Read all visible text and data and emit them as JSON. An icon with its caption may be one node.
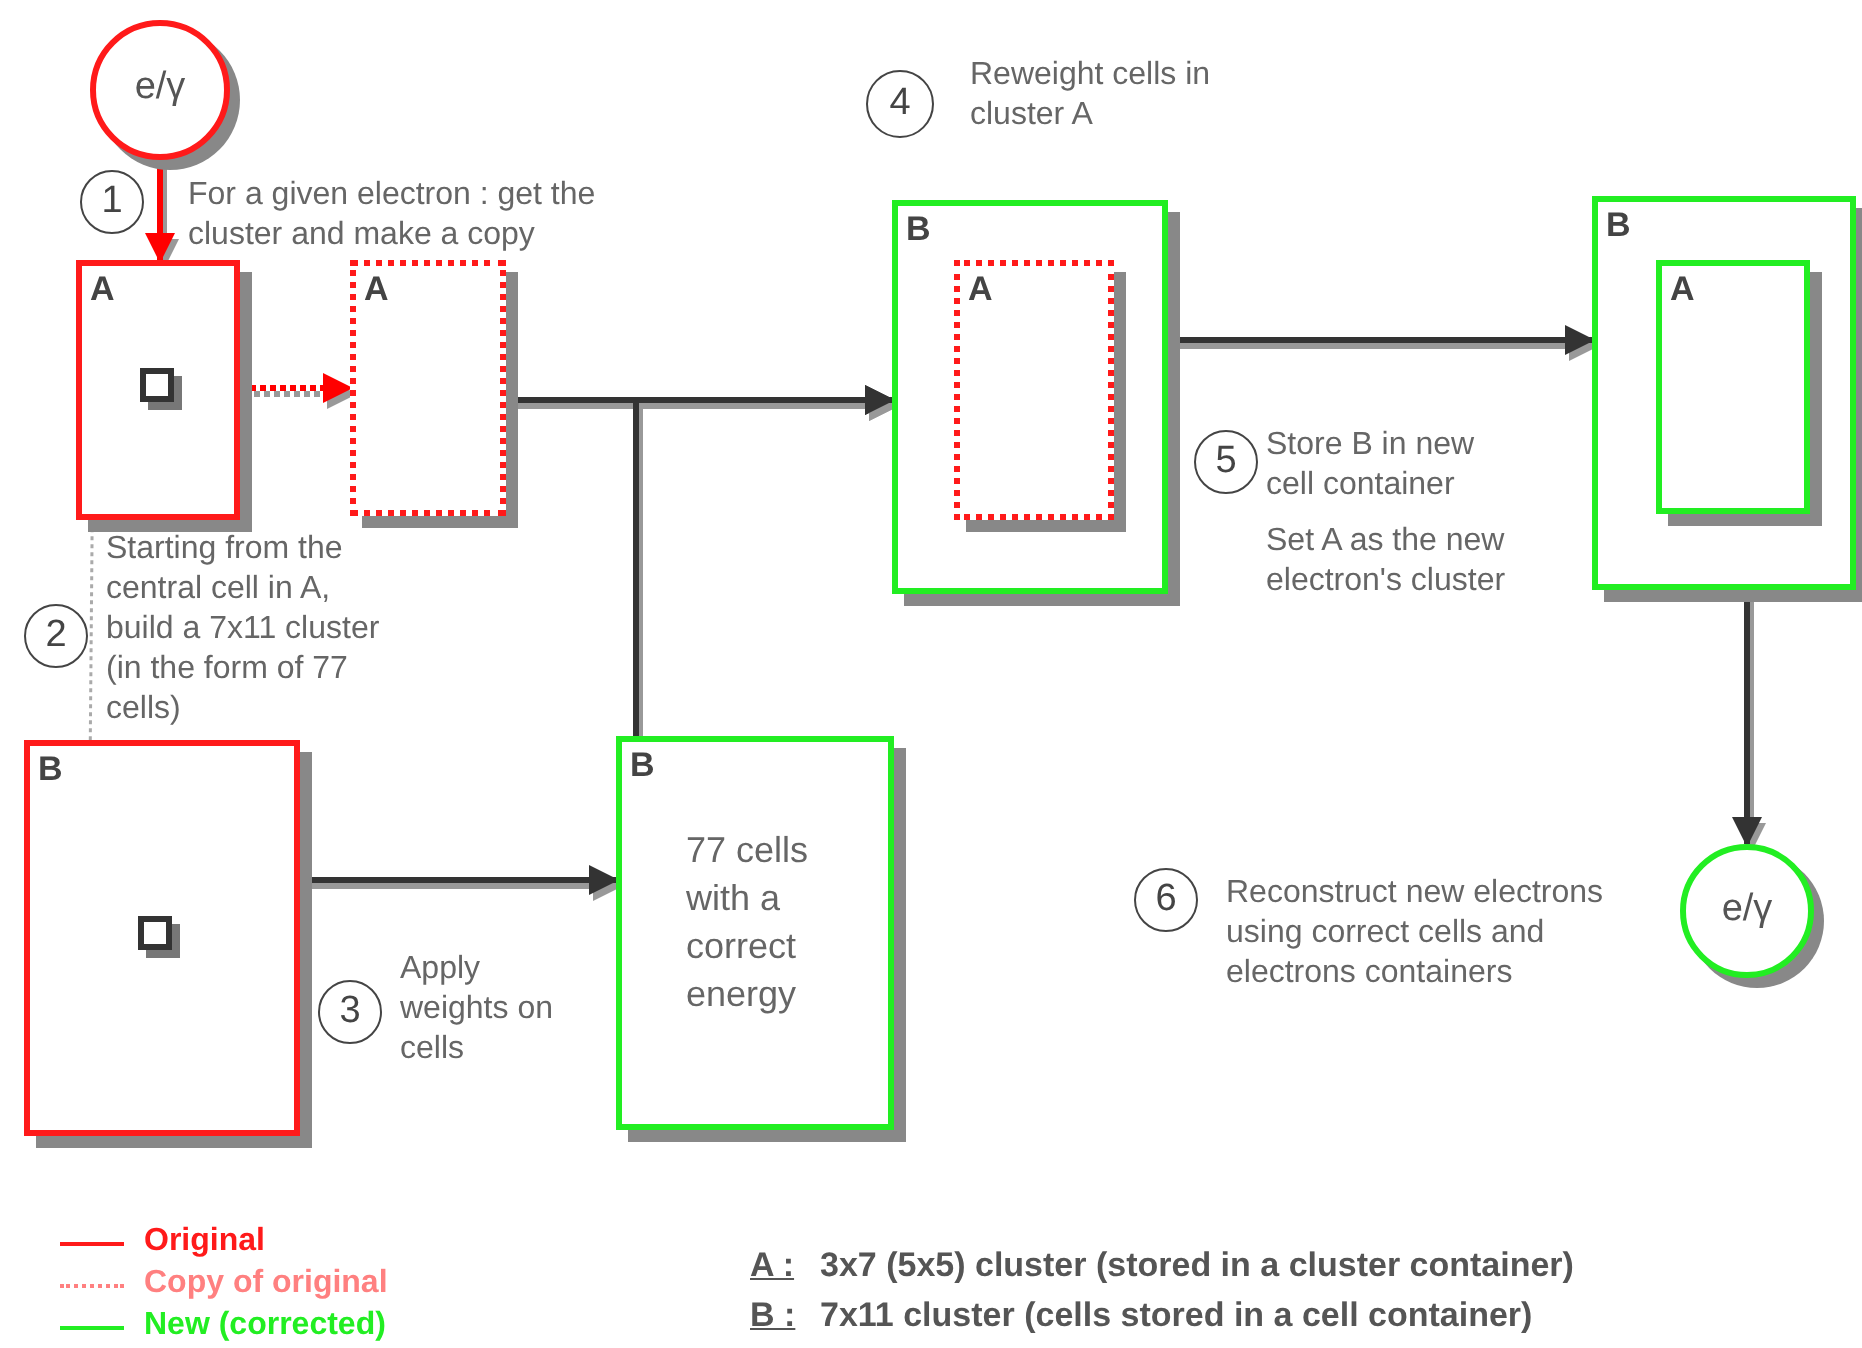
{
  "diagram": {
    "nodes": [
      {
        "text": [
          "e/γ"
        ]
      },
      {
        "text": [
          "A"
        ]
      },
      {
        "text": [],
        "shape": "box",
        "in": 1
      },
      {
        "text": [
          "A"
        ]
      },
      {
        "text": [
          "B"
        ]
      },
      {
        "text": [],
        "shape": "box",
        "in": 4
      },
      {
        "text": [
          "B",
          "77 cells with a correct energy"
        ]
      },
      {
        "text": [
          "B"
        ]
      },
      {
        "text": [
          "A"
        ],
        "in": 7
      },
      {
        "text": [
          "B"
        ]
      },
      {
        "text": [
          "A"
        ],
        "in": 9
      },
      {
        "text": [
          "e/γ"
        ]
      }
    ],
    "edges": [
      {
        "from": 0,
        "to": 1,
        "arrow": "to",
        "color": "#ff0000"
      },
      {
        "from": 1,
        "to": 3,
        "arrow": "to",
        "style": "dashed",
        "color": "#ff0000"
      },
      {
        "from": 2,
        "to": 5,
        "arrow": "none",
        "style": "dashed",
        "color": "#aaaaaa"
      },
      {
        "from": 3,
        "to": 7,
        "arrow": "to"
      },
      {
        "from": 6,
        "to": 7,
        "arrow": "to"
      },
      {
        "from": 4,
        "to": 6,
        "arrow": "to"
      },
      {
        "from": 7,
        "to": 9,
        "arrow": "to"
      },
      {
        "from": 9,
        "to": 11,
        "arrow": "to"
      }
    ],
    "labels": [
      "4",
      "Reweight cells in cluster A",
      "1",
      "For a given electron : get the cluster and make a copy",
      "5",
      "Store B in new cell container",
      "Set A as the new electron's cluster",
      "Starting from the central cell in A, build a 7x11 cluster (in the form of 77 cells)",
      "2",
      "6",
      "Reconstruct new electrons using correct cells and electrons containers",
      "Apply weights on cells",
      "3",
      "A :",
      "3x7 (5x5) cluster (stored in a cluster container)",
      "B :",
      "7x11 cluster (cells stored in a cell container)"
    ],
    "legend": [
      {
        "text": "Original"
      },
      {
        "text": "Copy of original"
      },
      {
        "text": "New (corrected)"
      }
    ]
  }
}
